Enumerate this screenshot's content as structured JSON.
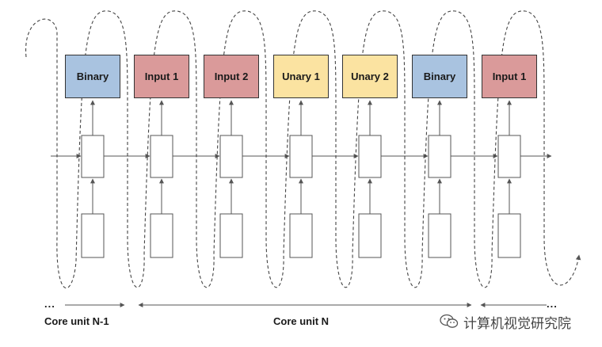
{
  "ops": [
    {
      "label": "Binary",
      "color": "#a9c3e0"
    },
    {
      "label": "Input 1",
      "color": "#da9a9a"
    },
    {
      "label": "Input 2",
      "color": "#da9a9a"
    },
    {
      "label": "Unary 1",
      "color": "#fbe3a1"
    },
    {
      "label": "Unary 2",
      "color": "#fbe3a1"
    },
    {
      "label": "Binary",
      "color": "#a9c3e0"
    },
    {
      "label": "Input 1",
      "color": "#da9a9a"
    }
  ],
  "labels": {
    "ellipsis": "...",
    "core_unit_prev": "Core unit N-1",
    "core_unit_current": "Core unit N"
  },
  "watermark": {
    "text": "计算机视觉研究院",
    "icon": "wechat-icon"
  }
}
